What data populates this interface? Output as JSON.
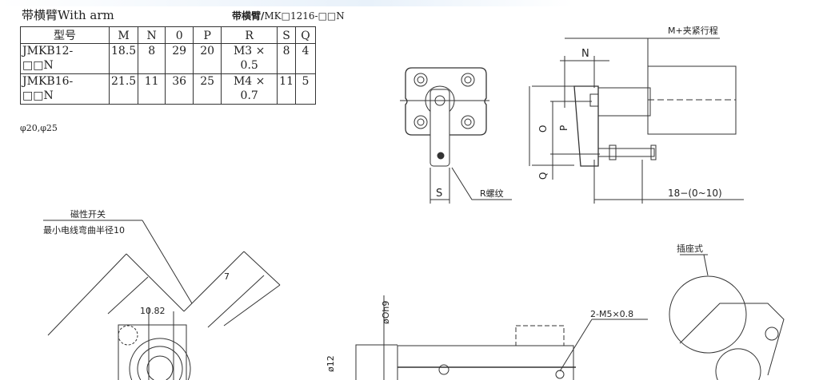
{
  "header": {
    "title": "带横臂With arm",
    "subtitle_bold": "带横臂/",
    "subtitle_rest": "MK□1216-□□N"
  },
  "table": {
    "columns": [
      "型号",
      "M",
      "N",
      "0",
      "P",
      "R",
      "S",
      "Q"
    ],
    "rows": [
      {
        "model_line1": "JMKB12-",
        "model_line2": "□□N",
        "values": [
          "18.5",
          "8",
          "29",
          "20",
          "M3 × 0.5",
          "8",
          "4"
        ]
      },
      {
        "model_line1": "JMKB16-",
        "model_line2": "□□N",
        "values": [
          "21.5",
          "11",
          "36",
          "25",
          "M4 × 0.7",
          "11",
          "5"
        ]
      }
    ]
  },
  "bore_note": "φ20,φ25",
  "drawing_top": {
    "label_m": "M+夹紧行程",
    "label_n": "N",
    "label_o": "O",
    "label_p": "P",
    "label_q": "Q",
    "label_s": "S",
    "label_r": "R螺纹",
    "label_stroke": "18−(0~10)"
  },
  "drawing_bottom": {
    "switch_label": "磁性开关",
    "bend_label": "最小电线弯曲半径10",
    "dim_7": "7",
    "dim_1082": "10.82",
    "dim_phi12": "ø12",
    "dim_phi0h9": "øOh9",
    "thread_label": "2-M5×0.8",
    "socket_label": "插座式"
  }
}
